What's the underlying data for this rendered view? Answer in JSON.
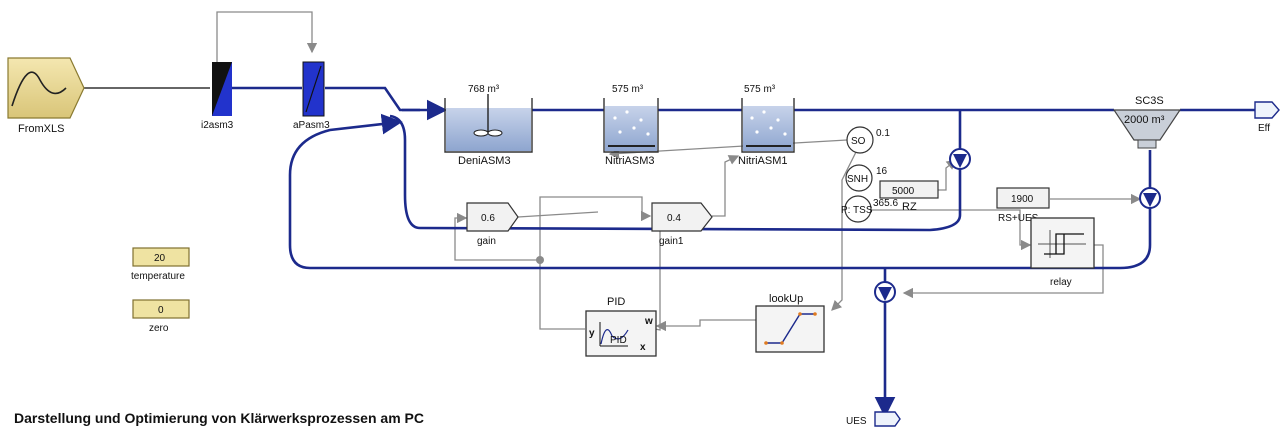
{
  "blocks": {
    "fromxls": "FromXLS",
    "i2asm3": "i2asm3",
    "apasm3": "aPasm3",
    "deni": {
      "volume": "768 m³",
      "name": "DeniASM3"
    },
    "nitri3": {
      "volume": "575 m³",
      "name": "NitriASM3"
    },
    "nitri1": {
      "volume": "575 m³",
      "name": "NitriASM1"
    },
    "clarifier": {
      "name": "SC3S",
      "volume": "2000 m³"
    },
    "eff": "Eff",
    "ues": "UES",
    "gain": {
      "value": "0.6",
      "name": "gain"
    },
    "gain1": {
      "value": "0.4",
      "name": "gain1"
    },
    "temperature": {
      "value": "20",
      "name": "temperature"
    },
    "zero": {
      "value": "0",
      "name": "zero"
    },
    "so": {
      "label": "SO",
      "value": "0.1"
    },
    "snh": {
      "label": "SNH",
      "value": "16"
    },
    "tss": {
      "label": "P: TSS",
      "value": "365.6"
    },
    "rz": {
      "value": "5000",
      "name": "RZ"
    },
    "rs_ues": {
      "value": "1900",
      "name": "RS+UES"
    },
    "relay": "relay",
    "lookup": "lookUp",
    "pid": {
      "title": "PID",
      "inner": "PID",
      "port_y": "y",
      "port_w": "w",
      "port_x": "x"
    }
  },
  "caption": "Darstellung und Optimierung von Klärwerksprozessen am PC",
  "colors": {
    "process_line": "#1c2a8c",
    "signal_line": "#8a8a8a",
    "block_fill": "#f2f2f2",
    "tank_fill": "#9fb3d6"
  }
}
